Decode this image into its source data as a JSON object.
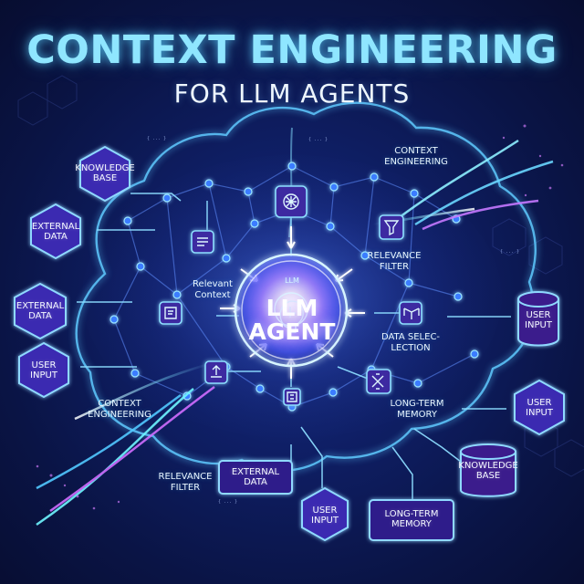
{
  "title": "CONTEXT ENGINEERING",
  "subtitle": "FOR LLM AGENTS",
  "center": {
    "badge": "LLM",
    "label": "LLM\nAGENT"
  },
  "nodes": {
    "knowledge_base_left": "KNOWLEDGE\nBASE",
    "external_data_left_top": "EXTERNAL\nDATA",
    "external_data_left_mid": "EXTERNAL\nDATA",
    "user_input_left": "USER\nINPUT",
    "user_input_right_top": "USER\nINPUT",
    "user_input_right_mid": "USER\nINPUT",
    "knowledge_base_right": "KNOWLEDGE\nBASE",
    "external_data_bottom": "EXTERNAL\nDATA",
    "user_input_bottom": "USER\nINPUT",
    "long_term_memory_bottom": "LONG-TERM\nMEMORY"
  },
  "callouts": {
    "context_engineering_top": "CONTEXT\nENGINEERING",
    "relevant_context": "Relevant\nContext",
    "relevance_filter_top": "RELEVANCE\nFILTER",
    "data_selection": "DATA SELEC-\nLECTION",
    "long_term_memory_inner": "LONG-TERM\nMEMORY",
    "context_engineering_bottom": "CONTEXT\nENGINEERING",
    "relevance_filter_bottom": "RELEVANCE\nFILTER"
  },
  "icons": {
    "center": "ai-head-icon",
    "top": "brain-chip-icon",
    "left_top": "list-icon",
    "left_mid": "document-icon",
    "left_bottom": "upload-icon",
    "right_top": "filter-icon",
    "right_mid": "network-icon",
    "right_bottom": "memory-icon",
    "bottom": "shield-chip-icon"
  },
  "colors": {
    "background": "#0a1240",
    "cyan": "#68d8ff",
    "blue": "#4a7cff",
    "purple": "#8d67ff",
    "pink": "#d67dff",
    "node_fill": "#3b1f8c",
    "node_stroke": "#8ad8ff"
  }
}
